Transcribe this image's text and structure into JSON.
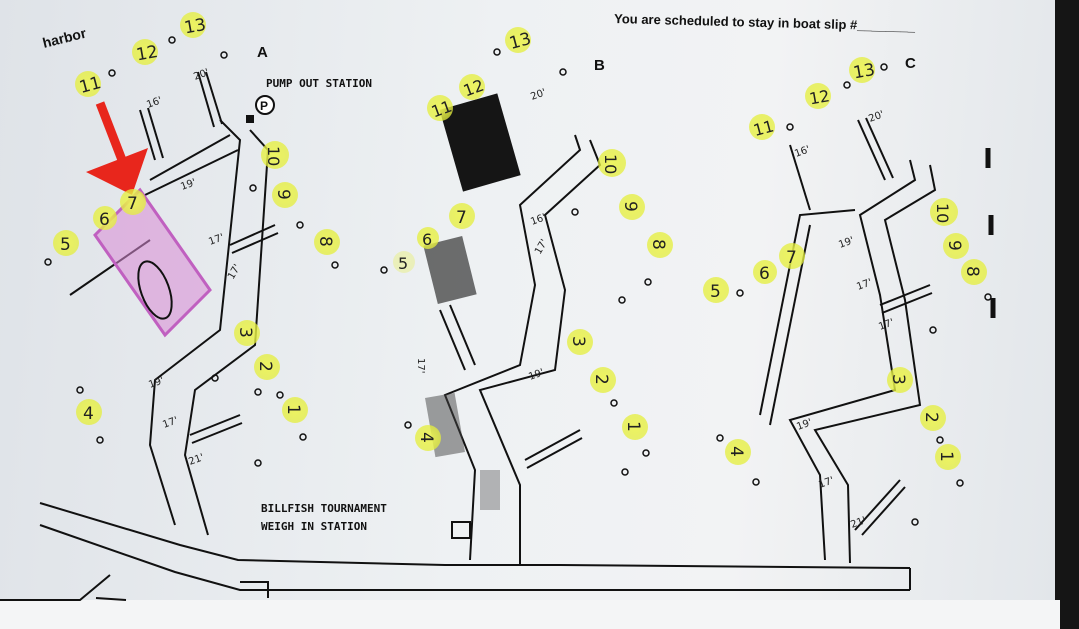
{
  "harbor_label": "harbor",
  "header_note": "You are scheduled to stay in boat slip #________",
  "pump_out_label": "PUMP OUT STATION",
  "pump_out_symbol": "P",
  "weigh_label_1": "BILLFISH TOURNAMENT",
  "weigh_label_2": "WEIGH IN STATION",
  "docks": {
    "a": {
      "letter": "A",
      "top_slips": [
        "11",
        "12",
        "13"
      ],
      "slips_left": [
        "5",
        "6",
        "7",
        "4"
      ],
      "slips_right": [
        "10",
        "9",
        "8",
        "3",
        "2",
        "1"
      ],
      "lengths": [
        "20'",
        "16'",
        "19'",
        "17'",
        "17'",
        "19'",
        "17'",
        "21'"
      ]
    },
    "b": {
      "letter": "B",
      "top_slips": [
        "11",
        "12",
        "13"
      ],
      "slips_left": [
        "5",
        "6",
        "7",
        "4"
      ],
      "slips_right": [
        "10",
        "9",
        "8",
        "3",
        "2",
        "1"
      ],
      "lengths": [
        "20'",
        "16'",
        "17'",
        "17'",
        "19'"
      ]
    },
    "c": {
      "letter": "C",
      "top_slips": [
        "11",
        "12",
        "13"
      ],
      "slips_left": [
        "5",
        "6",
        "7",
        "4"
      ],
      "slips_right": [
        "10",
        "9",
        "8",
        "3",
        "2",
        "1"
      ],
      "lengths": [
        "20'",
        "16'",
        "19'",
        "17'",
        "17'",
        "19'",
        "17'",
        "21'"
      ]
    }
  },
  "highlight_color": "#e6f04a",
  "assigned_slip_color": "#d98ad6",
  "arrow_color": "#e8261c",
  "ink_color": "#111111"
}
